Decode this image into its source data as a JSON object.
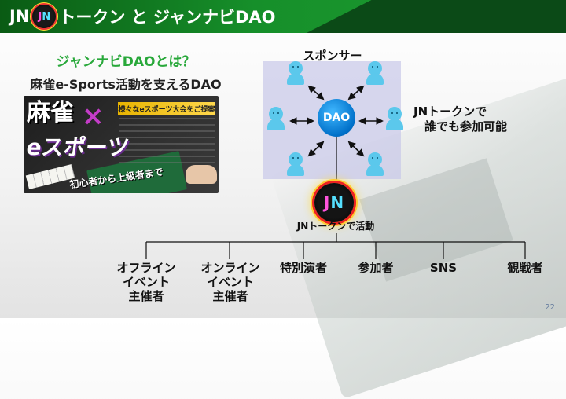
{
  "title": {
    "prefix": "JN",
    "badge_left": "J",
    "badge_right": "N",
    "suffix": "トークン と ジャンナビDAO"
  },
  "left": {
    "question": "ジャンナビDAOとは？",
    "subtitle": "麻雀e-Sports活動を支えるDAO",
    "banner": {
      "headline_1": "麻雀",
      "cross": "×",
      "headline_2": "eスポーツ",
      "ribbon": "様々なeスポーツ大会をご提案",
      "caption": "初心者から上級者まで"
    }
  },
  "diagram": {
    "sponsor_label": "スポンサー",
    "dao_label": "DAO",
    "note_line1": "JNトークンで",
    "note_line2": "誰でも参加可能",
    "jn_left": "J",
    "jn_right": "N",
    "activity_label": "JNトークンで活動",
    "categories": [
      {
        "line1": "オフライン",
        "line2": "イベント",
        "line3": "主催者"
      },
      {
        "line1": "オンライン",
        "line2": "イベント",
        "line3": "主催者"
      },
      {
        "line1": "特別演者"
      },
      {
        "line1": "参加者"
      },
      {
        "line1": "SNS"
      },
      {
        "line1": "観戦者"
      }
    ]
  },
  "page_number": "22",
  "colors": {
    "title_bar": "#168f2a",
    "accent_green": "#28a83a",
    "dao_blue": "#0070c9",
    "sponsor_bg": "#c8c8e8",
    "person": "#5bc8ec"
  }
}
